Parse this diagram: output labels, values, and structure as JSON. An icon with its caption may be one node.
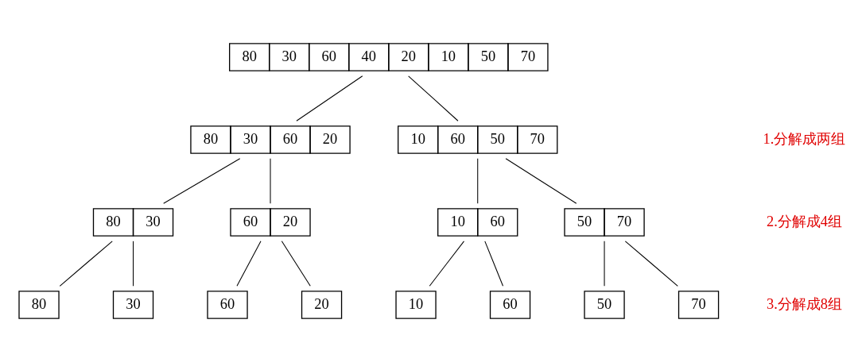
{
  "diagram": {
    "nodes": [
      {
        "text": [
          "80",
          "30",
          "60",
          "40",
          "20",
          "10",
          "50",
          "70"
        ]
      },
      {
        "text": [
          "80",
          "30",
          "60",
          "20"
        ]
      },
      {
        "text": [
          "10",
          "60",
          "50",
          "70"
        ]
      },
      {
        "text": [
          "80",
          "30"
        ]
      },
      {
        "text": [
          "60",
          "20"
        ]
      },
      {
        "text": [
          "10",
          "60"
        ]
      },
      {
        "text": [
          "50",
          "70"
        ]
      },
      {
        "text": [
          "80"
        ]
      },
      {
        "text": [
          "30"
        ]
      },
      {
        "text": [
          "60"
        ]
      },
      {
        "text": [
          "20"
        ]
      },
      {
        "text": [
          "10"
        ]
      },
      {
        "text": [
          "60"
        ]
      },
      {
        "text": [
          "50"
        ]
      },
      {
        "text": [
          "70"
        ]
      }
    ],
    "edges": [
      {
        "from": 0,
        "to": 1,
        "arrow": "none"
      },
      {
        "from": 0,
        "to": 2,
        "arrow": "none"
      },
      {
        "from": 1,
        "to": 3,
        "arrow": "none"
      },
      {
        "from": 1,
        "to": 4,
        "arrow": "none"
      },
      {
        "from": 2,
        "to": 5,
        "arrow": "none"
      },
      {
        "from": 2,
        "to": 6,
        "arrow": "none"
      },
      {
        "from": 3,
        "to": 7,
        "arrow": "none"
      },
      {
        "from": 3,
        "to": 8,
        "arrow": "none"
      },
      {
        "from": 4,
        "to": 9,
        "arrow": "none"
      },
      {
        "from": 4,
        "to": 10,
        "arrow": "none"
      },
      {
        "from": 5,
        "to": 11,
        "arrow": "none"
      },
      {
        "from": 5,
        "to": 12,
        "arrow": "none"
      },
      {
        "from": 6,
        "to": 13,
        "arrow": "none"
      },
      {
        "from": 6,
        "to": 14,
        "arrow": "none"
      }
    ],
    "labels": [
      "1.分解成两组",
      "2.分解成4组",
      "3.分解成8组"
    ]
  }
}
